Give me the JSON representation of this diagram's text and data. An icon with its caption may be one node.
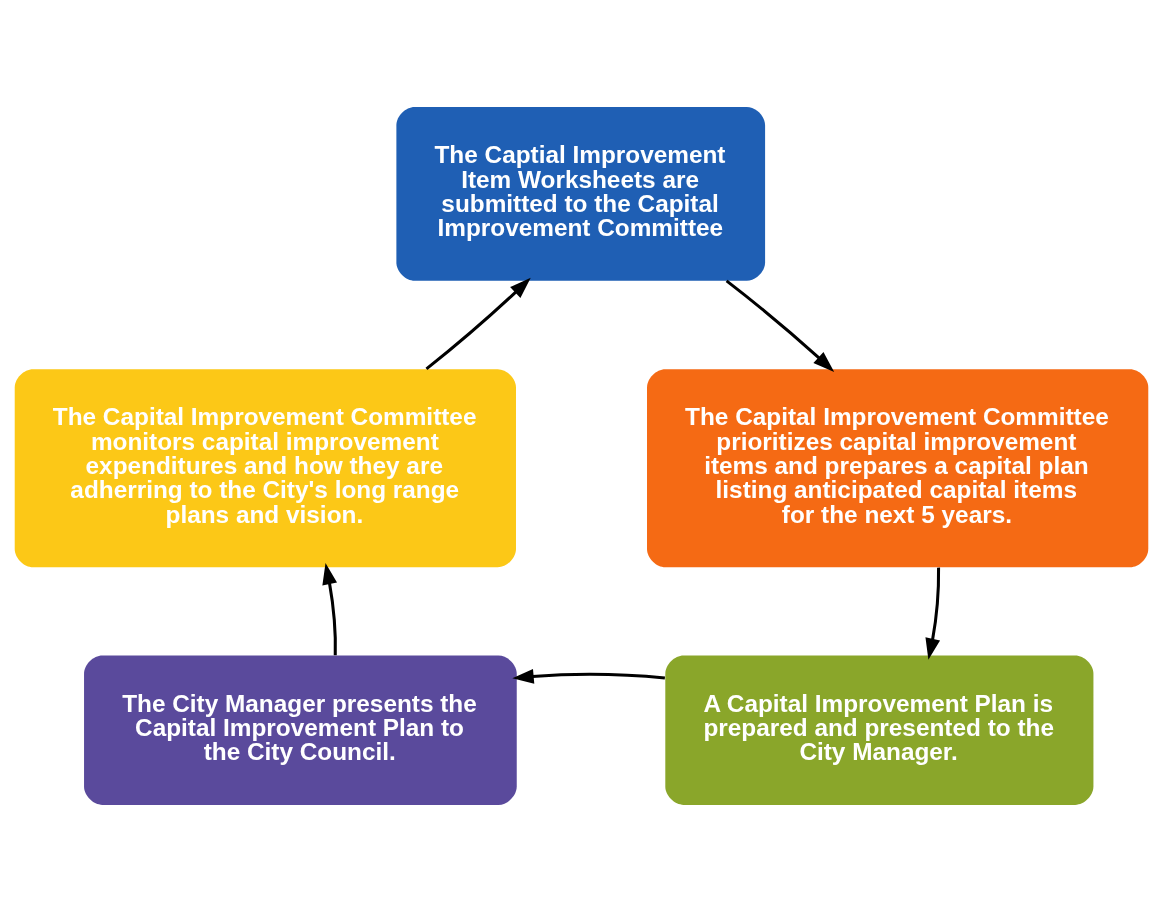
{
  "diagram": {
    "nodes": [
      {
        "text": [
          "The Captial Improvement Item Worksheets are submitted to the Capital Improvement Committee"
        ]
      },
      {
        "text": [
          "The Capital Improvement Committee prioritizes capital improvement items and prepares a capital plan listing anticipated capital items for the next 5 years."
        ]
      },
      {
        "text": [
          "A Capital Improvement Plan is prepared and presented to the City Manager."
        ]
      },
      {
        "text": [
          "The City Manager presents the Capital Improvement Plan to the City Council."
        ]
      },
      {
        "text": [
          "The Capital Improvement Committee monitors capital improvement expenditures and how they are adherring to the City's long range plans and vision."
        ]
      }
    ],
    "edges": [
      {
        "from": 0,
        "to": 1,
        "arrow": "to"
      },
      {
        "from": 1,
        "to": 2,
        "arrow": "to"
      },
      {
        "from": 2,
        "to": 3,
        "arrow": "to"
      },
      {
        "from": 3,
        "to": 4,
        "arrow": "to"
      },
      {
        "from": 4,
        "to": 0,
        "arrow": "to"
      }
    ]
  }
}
